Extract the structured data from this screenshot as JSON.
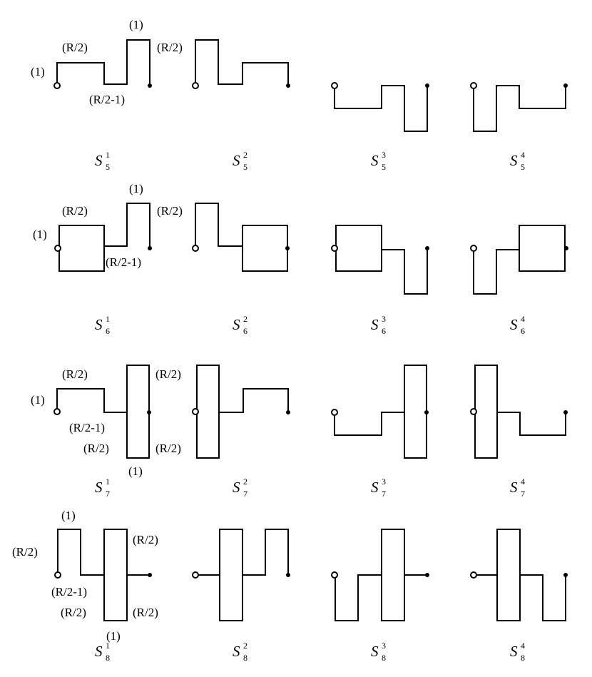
{
  "labels": {
    "one": "(1)",
    "half": "(R/2)",
    "half_minus_one": "(R/2-1)"
  },
  "captions": {
    "symbol": "S",
    "row1": {
      "sub": "5",
      "sups": [
        "1",
        "2",
        "3",
        "4"
      ]
    },
    "row2": {
      "sub": "6",
      "sups": [
        "1",
        "2",
        "3",
        "4"
      ]
    },
    "row3": {
      "sub": "7",
      "sups": [
        "1",
        "2",
        "3",
        "4"
      ]
    },
    "row4": {
      "sub": "8",
      "sups": [
        "1",
        "2",
        "3",
        "4"
      ]
    }
  }
}
